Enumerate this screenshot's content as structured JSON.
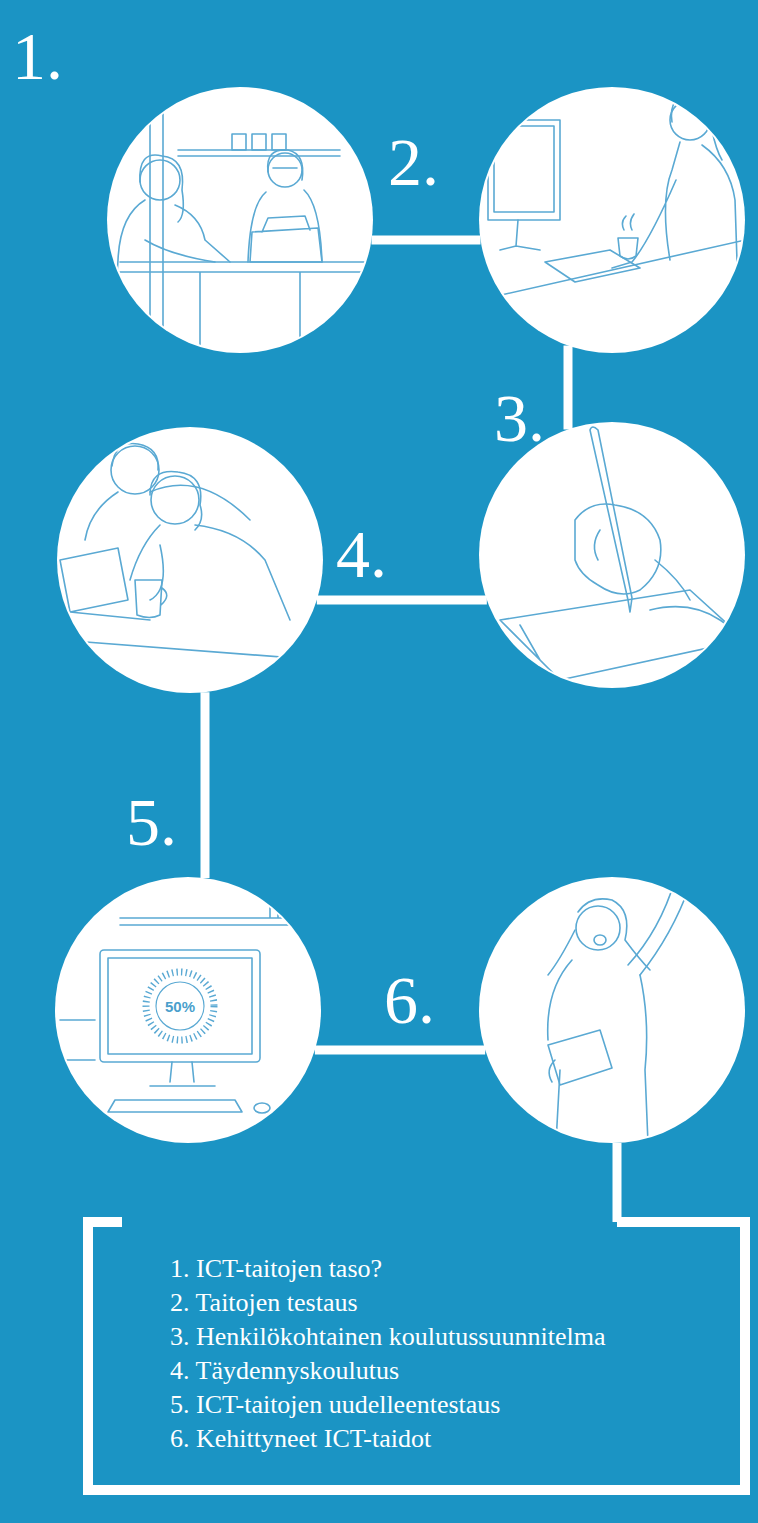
{
  "diagram": {
    "nodes": [
      {
        "text": [
          "1."
        ]
      },
      {
        "text": [
          "2."
        ]
      },
      {
        "text": [
          "3."
        ]
      },
      {
        "text": [
          "4."
        ]
      },
      {
        "text": [
          "5."
        ]
      },
      {
        "text": [
          "6."
        ]
      },
      {
        "text": [
          "1. ICT-taitojen taso?",
          "2. Taitojen testaus",
          "3. Henkilökohtainen koulutussuunnitelma",
          "4. Täydennyskoulutus",
          "5. ICT-taitojen uudelleentestaus",
          "6. Kehittyneet ICT-taidot"
        ]
      }
    ],
    "edges": [
      {
        "from": 0,
        "to": 1,
        "arrow": "none"
      },
      {
        "from": 1,
        "to": 2,
        "arrow": "none"
      },
      {
        "from": 2,
        "to": 3,
        "arrow": "none"
      },
      {
        "from": 3,
        "to": 4,
        "arrow": "none"
      },
      {
        "from": 4,
        "to": 5,
        "arrow": "none"
      },
      {
        "from": 5,
        "to": 6,
        "arrow": "none"
      }
    ],
    "labels": [
      "50%"
    ]
  }
}
